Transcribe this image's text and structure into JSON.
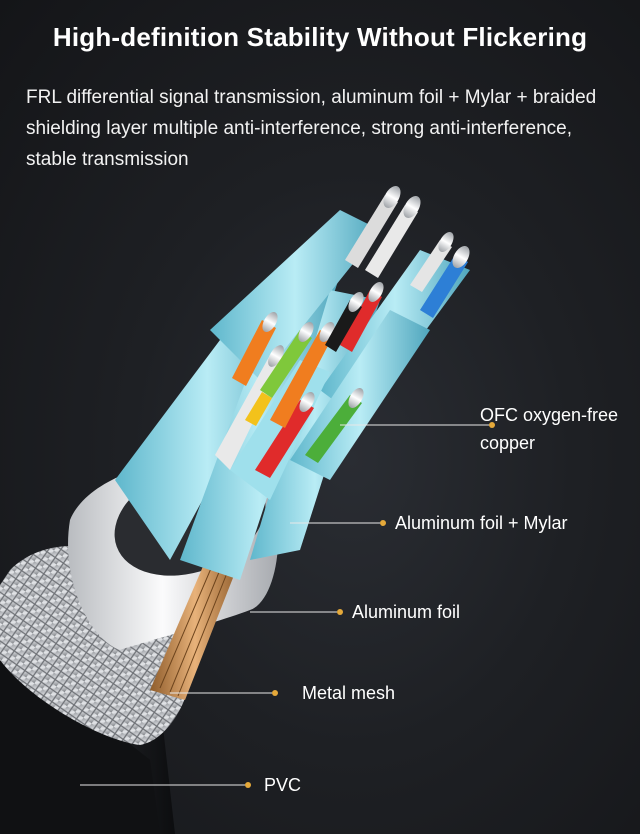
{
  "title": "High-definition Stability Without Flickering",
  "description": "FRL differential signal transmission, aluminum foil + Mylar + braided shielding layer multiple anti-interference, strong anti-interference, stable transmission",
  "callouts": {
    "ofc_line1": "OFC oxygen-free",
    "ofc_line2": "copper",
    "foil_mylar": "Aluminum foil + Mylar",
    "foil": "Aluminum foil",
    "mesh": "Metal mesh",
    "pvc": "PVC"
  },
  "colors": {
    "accent_dot": "#e5a93a",
    "shield_cyan": "#8fd3e3",
    "jacket": "#111214",
    "background": "#1e2024"
  },
  "wire_colors": [
    "#e0e0e0",
    "#f07d1f",
    "#e02b2b",
    "#7fc83b",
    "#2d7fd6",
    "#1a1a1a",
    "#f3c21b",
    "#ffffff"
  ]
}
